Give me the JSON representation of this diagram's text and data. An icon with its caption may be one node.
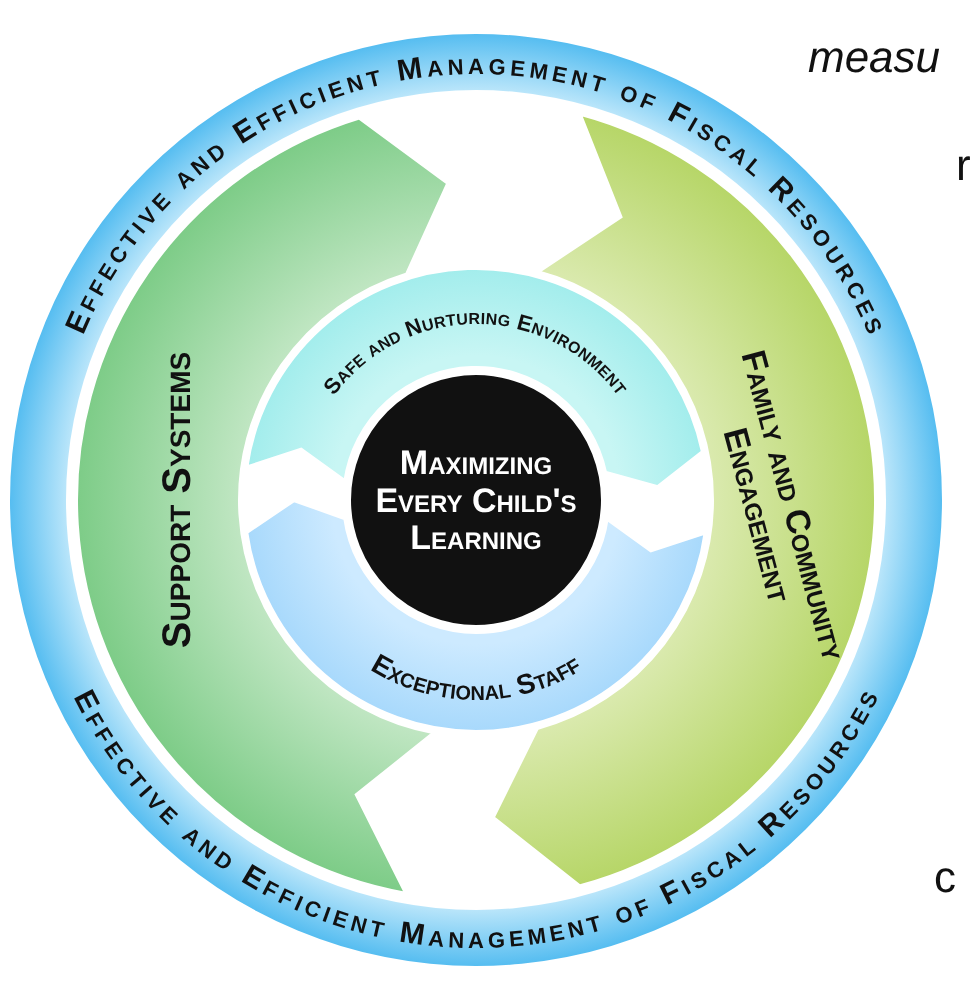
{
  "diagram": {
    "nodes": [
      {
        "text": [
          "Effective and Efficient Management of Fiscal Resources",
          "Effective and Efficient Management of Fiscal Resources"
        ]
      },
      {
        "text": [
          "Support Systems"
        ],
        "in": 0
      },
      {
        "text": [
          "Family and Community Engagement"
        ],
        "in": 0
      },
      {
        "text": [
          "Safe and Nurturing Environment"
        ],
        "in": 0
      },
      {
        "text": [
          "Exceptional Staff"
        ],
        "in": 0
      },
      {
        "text": [
          "Maximizing Every Child's Learning"
        ],
        "in": 0
      }
    ],
    "labels": [
      "measu",
      "r",
      "c"
    ]
  }
}
